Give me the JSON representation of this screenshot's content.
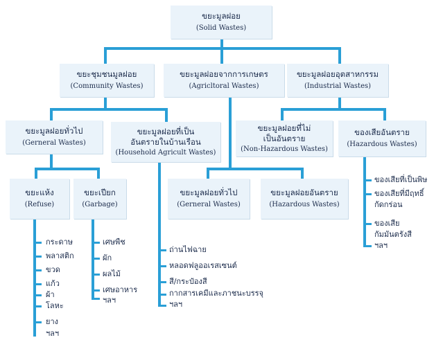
{
  "root": {
    "th": "ขยะมูลฝอย",
    "en": "(Solid Wastes)"
  },
  "community": {
    "th": "ขยะชุมชนมูลฝอย",
    "en": "(Community Wastes)"
  },
  "agricultural": {
    "th": "ขยะมูลฝอยจากการเกษตร",
    "en": "(Agricltoral Wastes)"
  },
  "industrial": {
    "th": "ขยะมูลฝอยอุตสาหกรรม",
    "en": "(Industrial Wastes)"
  },
  "general": {
    "th": "ขยะมูลฝอยทั่วไป",
    "en": "(Gerneral Wastes)"
  },
  "household": {
    "th1": "ขยะมูลฝอยที่เป็น",
    "th2": "อันตรายในบ้านเรือน",
    "en": "(Household Agricult Wastes)"
  },
  "non_hazardous": {
    "th1": "ขยะมูลฝอยที่ไม่",
    "th2": "เป็นอันตราย",
    "en": "(Non-Hazardous Wastes)"
  },
  "hazardous_ind": {
    "th": "ของเสียอันตราย",
    "en": "(Hazardous Wastes)"
  },
  "refuse": {
    "th": "ขยะแห้ง",
    "en": "(Refuse)"
  },
  "garbage": {
    "th": "ขยะเปียก",
    "en": "(Garbage)"
  },
  "agri_general": {
    "th": "ขยะมูลฝอยทั่วไป",
    "en": "(Gerneral Wastes)"
  },
  "agri_hazardous": {
    "th": "ขยะมูลฝอยอันตราย",
    "en": "(Hazardous Wastes)"
  },
  "refuse_items": [
    "กระดาษ",
    "พลาสติก",
    "ขวด",
    "แก้ว",
    "ผ้า",
    "โลหะ",
    "ยาง",
    "ฯลฯ"
  ],
  "garbage_items": [
    "เศษพืช",
    "ผัก",
    "ผลไม้",
    "เศษอาหาร",
    "ฯลฯ"
  ],
  "household_items": [
    "ถ่านไฟฉาย",
    "หลอดฟลูออเรสเซนต์",
    "สี/กระป๋องสี",
    "กากสารเคมีและภาชนะบรรจุ",
    "ฯลฯ"
  ],
  "hazardous_items": [
    "ของเสียที่เป็นพิษ",
    "ของเสียที่มีฤทธิ์",
    "กัดกร่อน",
    "ของเสีย",
    "กัมมันตรังสี",
    "ฯลฯ"
  ],
  "colors": {
    "line": "#2a9fd6",
    "box": "#eaf3fa",
    "text": "#1a2a4a"
  }
}
